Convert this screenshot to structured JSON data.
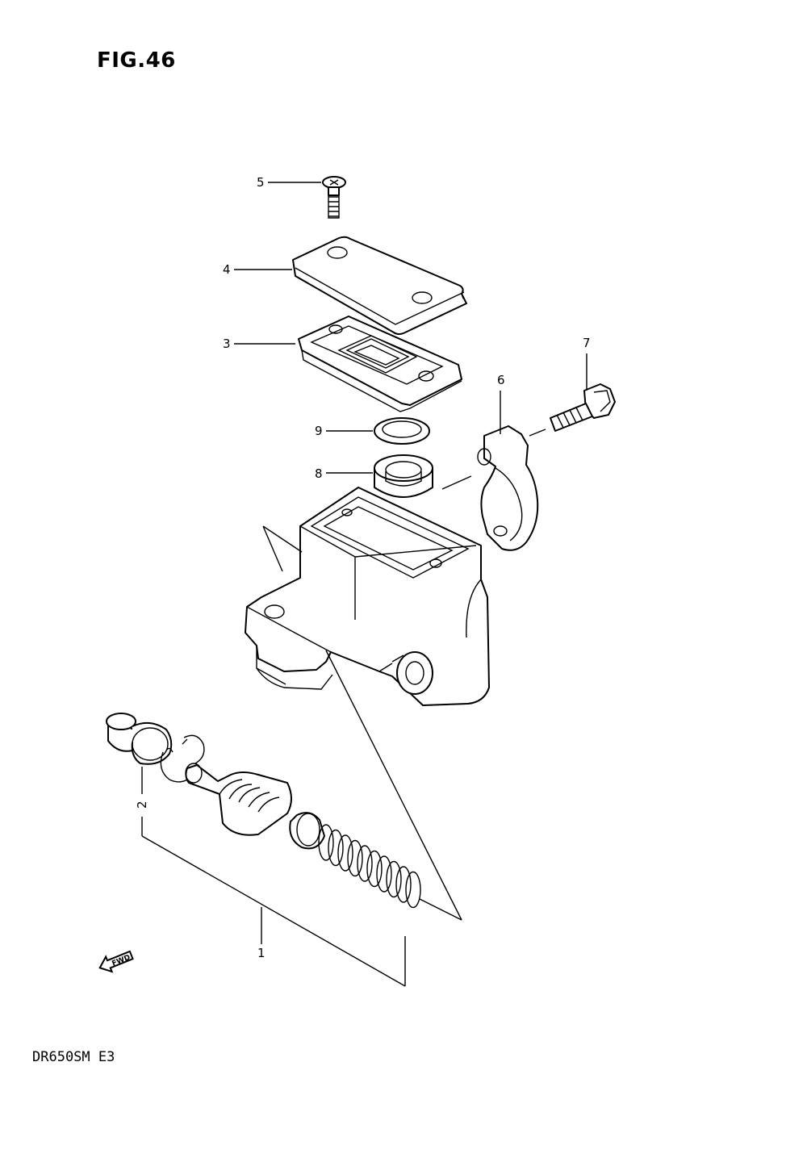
{
  "figure": {
    "title": "FIG.46",
    "model": "DR650SM  E3"
  },
  "fwd_label": "FWD",
  "callouts": [
    {
      "id": "c1",
      "label": "1"
    },
    {
      "id": "c2",
      "label": "2"
    },
    {
      "id": "c3",
      "label": "3"
    },
    {
      "id": "c4",
      "label": "4"
    },
    {
      "id": "c5",
      "label": "5"
    },
    {
      "id": "c6",
      "label": "6"
    },
    {
      "id": "c7",
      "label": "7"
    },
    {
      "id": "c8",
      "label": "8"
    },
    {
      "id": "c9",
      "label": "9"
    }
  ]
}
